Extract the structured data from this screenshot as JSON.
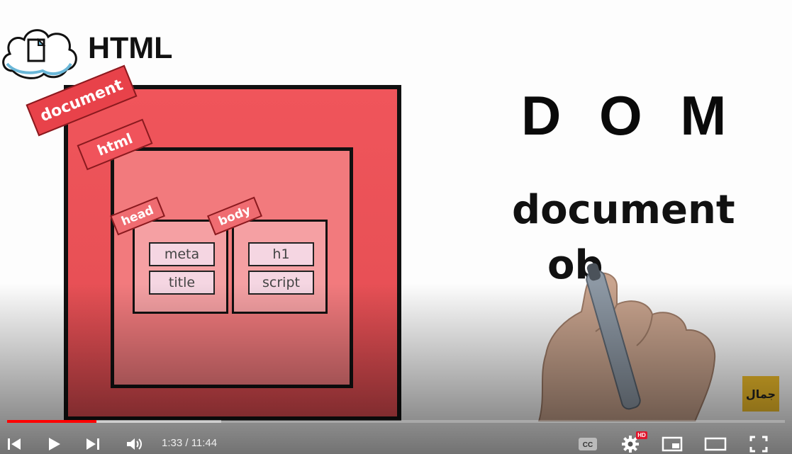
{
  "video": {
    "html_label": "HTML",
    "tags": {
      "document": "document",
      "html": "html",
      "head": "head",
      "body": "body"
    },
    "head_children": [
      "meta",
      "title"
    ],
    "body_children": [
      "h1",
      "script"
    ],
    "dom_title": "D O M",
    "dom_word1": "document",
    "dom_word2": "ob",
    "channel_logo_text": "جمال"
  },
  "controls": {
    "time_display": "1:33 / 11:44",
    "progress_played_fraction": 0.115,
    "progress_buffered_fraction": 0.275,
    "quality_badge": "HD",
    "icons": [
      "previous-icon",
      "play-icon",
      "next-icon",
      "volume-icon",
      "captions-icon",
      "settings-icon",
      "miniplayer-icon",
      "theater-icon",
      "fullscreen-icon"
    ]
  },
  "colors": {
    "outer_box": "#e24d52",
    "progress_played": "#ff0000",
    "badge": "#f3c02b"
  }
}
